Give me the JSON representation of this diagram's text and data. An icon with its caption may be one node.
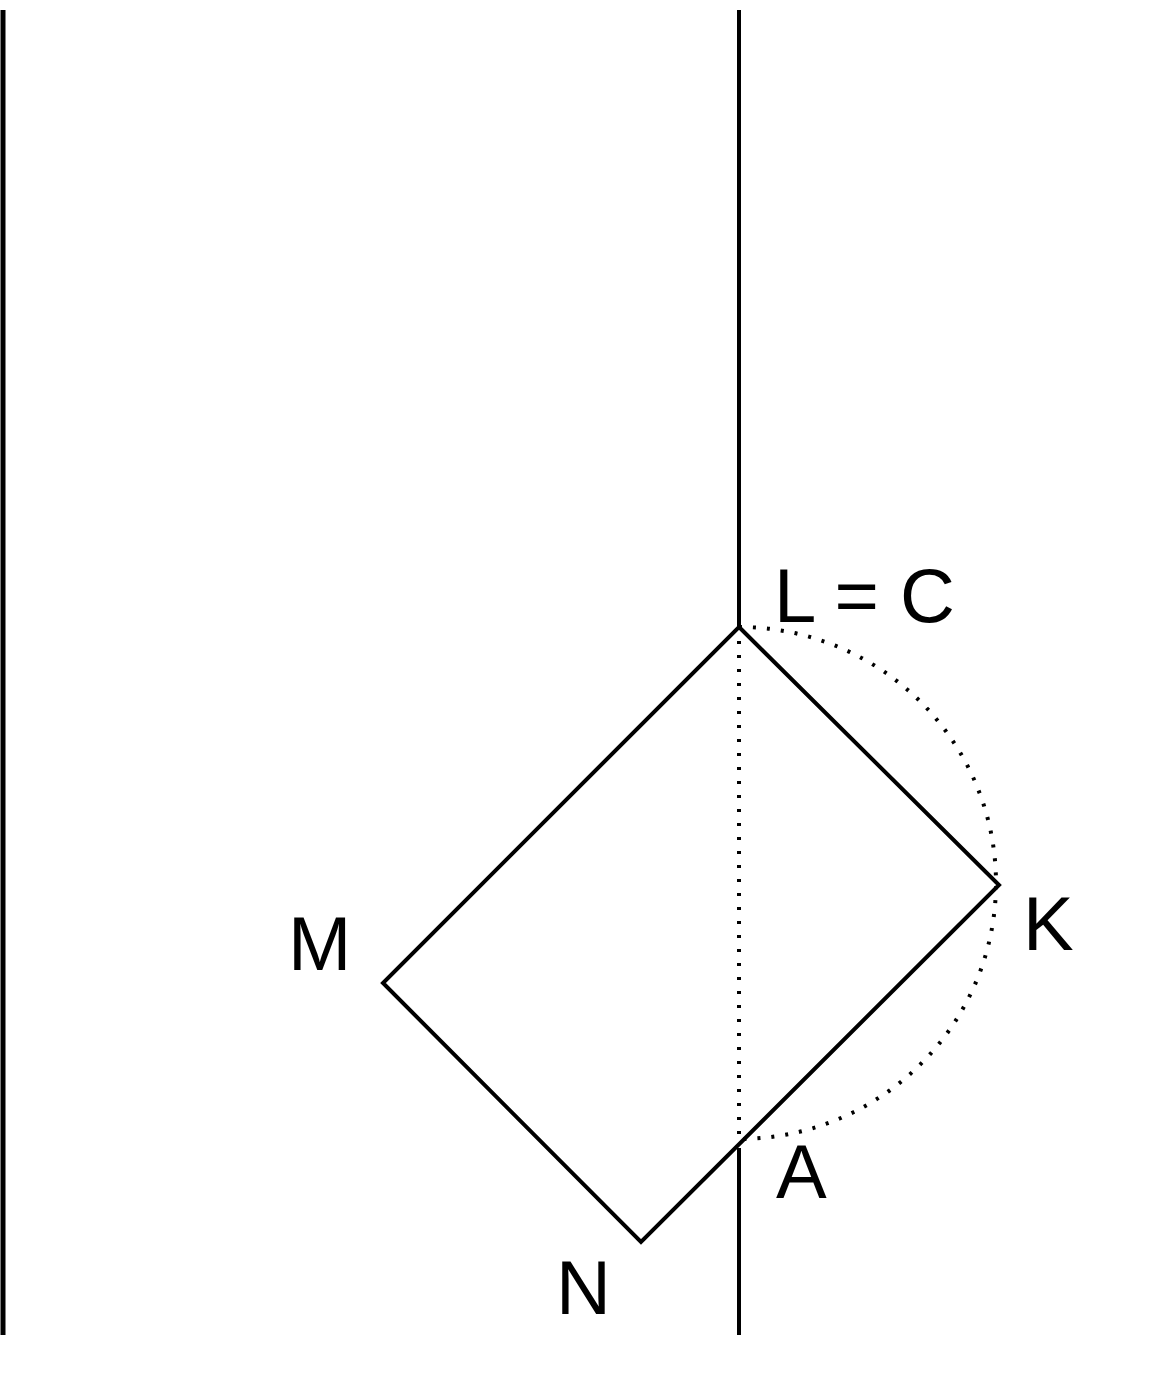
{
  "diagram": {
    "labels": [
      "L = C",
      "K",
      "M",
      "A",
      "N"
    ]
  }
}
